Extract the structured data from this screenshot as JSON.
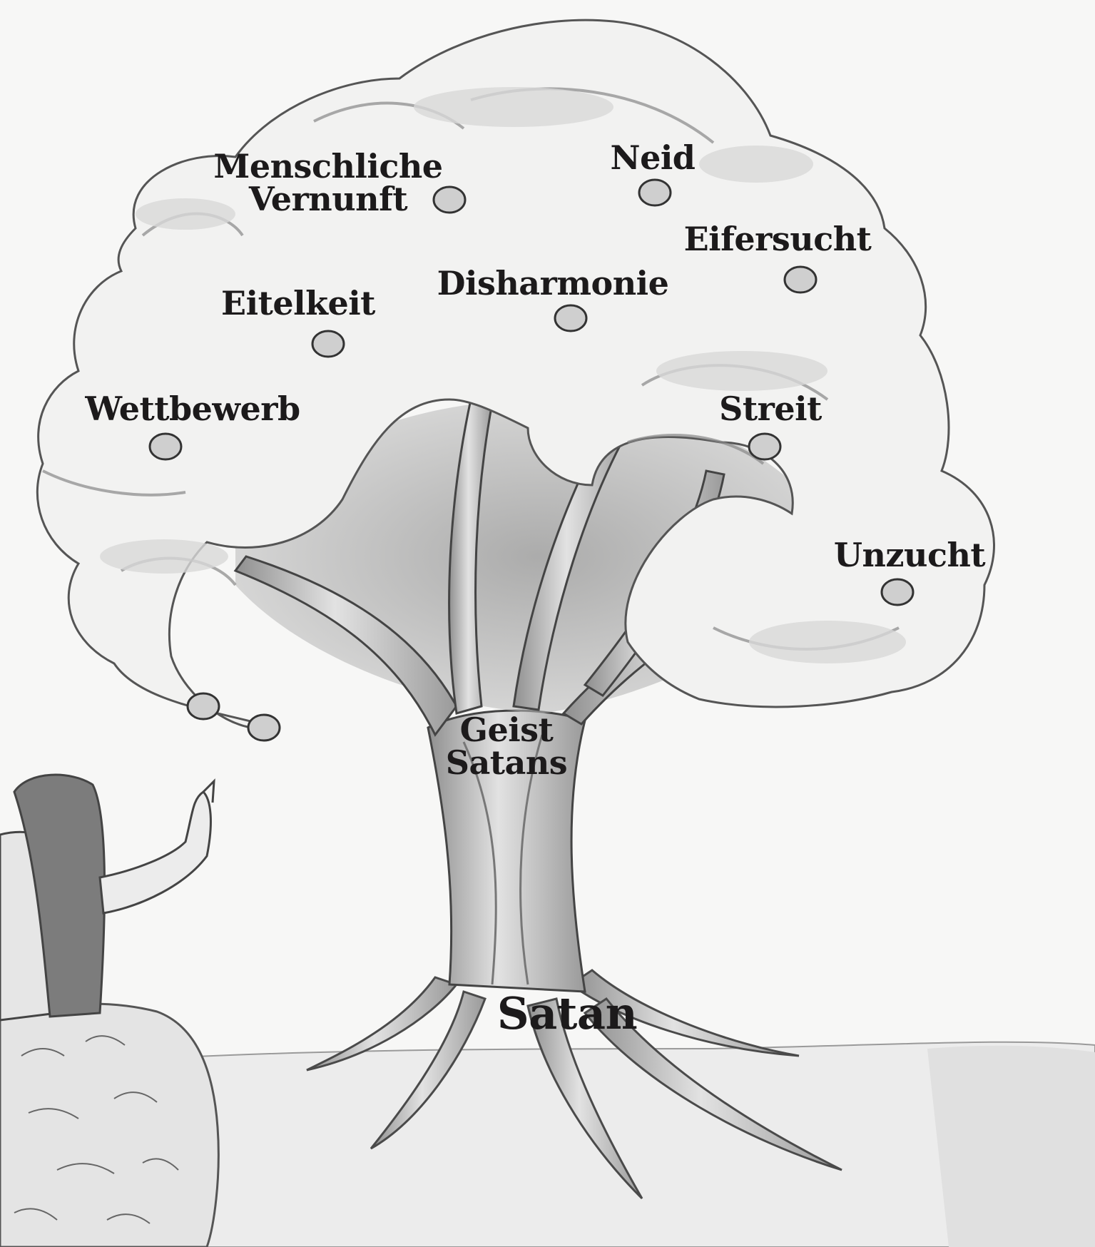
{
  "colors": {
    "ink": "#1c1a1b",
    "paper": "#f7f7f6",
    "shade": "#bdbdbd",
    "canopy": "#f1f1f0"
  },
  "labels": {
    "menschliche_vernunft": [
      "Menschliche",
      "Vernunft"
    ],
    "neid": "Neid",
    "eifersucht": "Eifersucht",
    "disharmonie": "Disharmonie",
    "eitelkeit": "Eitelkeit",
    "wettbewerb": "Wettbewerb",
    "streit": "Streit",
    "unzucht": "Unzucht",
    "geist_satans": [
      "Geist",
      "Satans"
    ],
    "satan": "Satan"
  }
}
